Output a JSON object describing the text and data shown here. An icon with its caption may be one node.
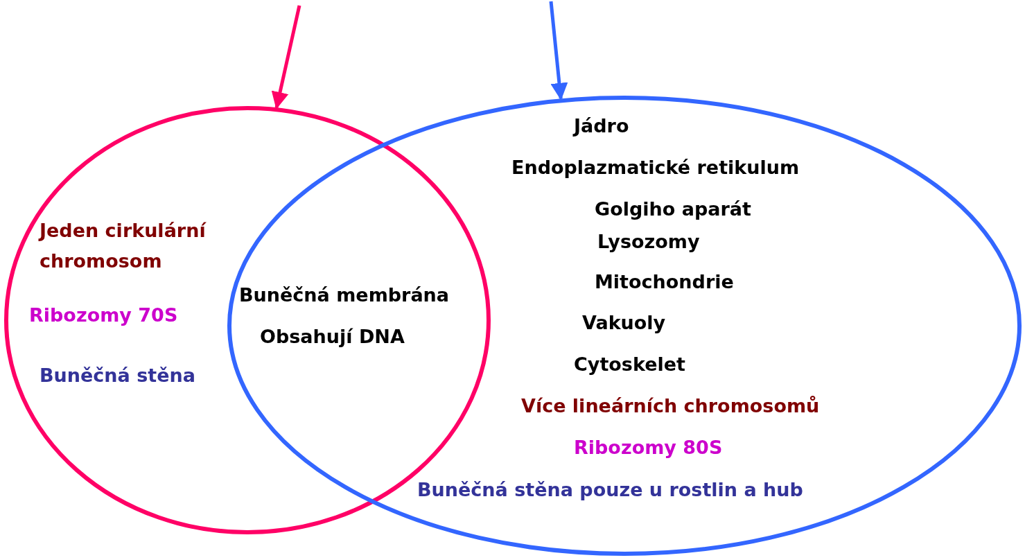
{
  "diagram": {
    "nodes": [
      {
        "text": [
          "Jeden cirkulární chromosom",
          "Ribozomy 70S",
          "Buněčná stěna"
        ]
      },
      {
        "text": [
          "Jádro",
          "Endoplazmatické retikulum",
          "Golgiho aparát",
          "Lysozomy",
          "Mitochondrie",
          "Vakuoly",
          "Cytoskelet",
          "Více lineárních chromosomů",
          "Ribozomy 80S",
          "Buněčná stěna pouze u rostlin a hub"
        ]
      }
    ],
    "edges": [
      {
        "from": null,
        "to": 0,
        "arrow": "to",
        "color": "#ff0066"
      },
      {
        "from": null,
        "to": 1,
        "arrow": "to",
        "color": "#3366ff"
      }
    ],
    "labels": [
      "Buněčná membrána",
      "Obsahují DNA"
    ]
  }
}
